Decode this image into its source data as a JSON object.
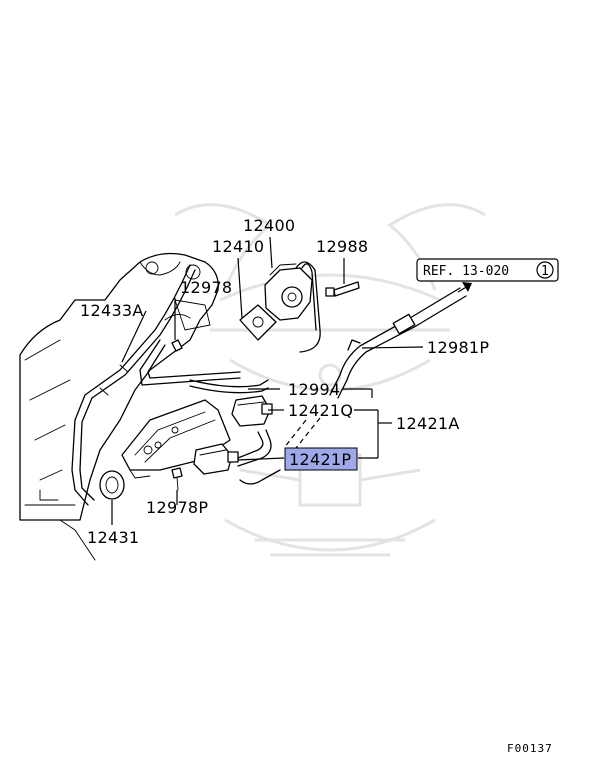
{
  "labels": {
    "p12400": "12400",
    "p12410": "12410",
    "p12988": "12988",
    "p12978": "12978",
    "p12433A": "12433A",
    "p12981P": "12981P",
    "p12994": "12994",
    "p12421Q": "12421Q",
    "p12421A": "12421A",
    "p12421P": "12421P",
    "p12978P": "12978P",
    "p12431": "12431"
  },
  "reference": {
    "text": "REF. 13-020",
    "circle_number": "1"
  },
  "figure_code": "F00137",
  "highlight_color": "#9fa8e8",
  "watermark": "samurai-helmet-logo"
}
